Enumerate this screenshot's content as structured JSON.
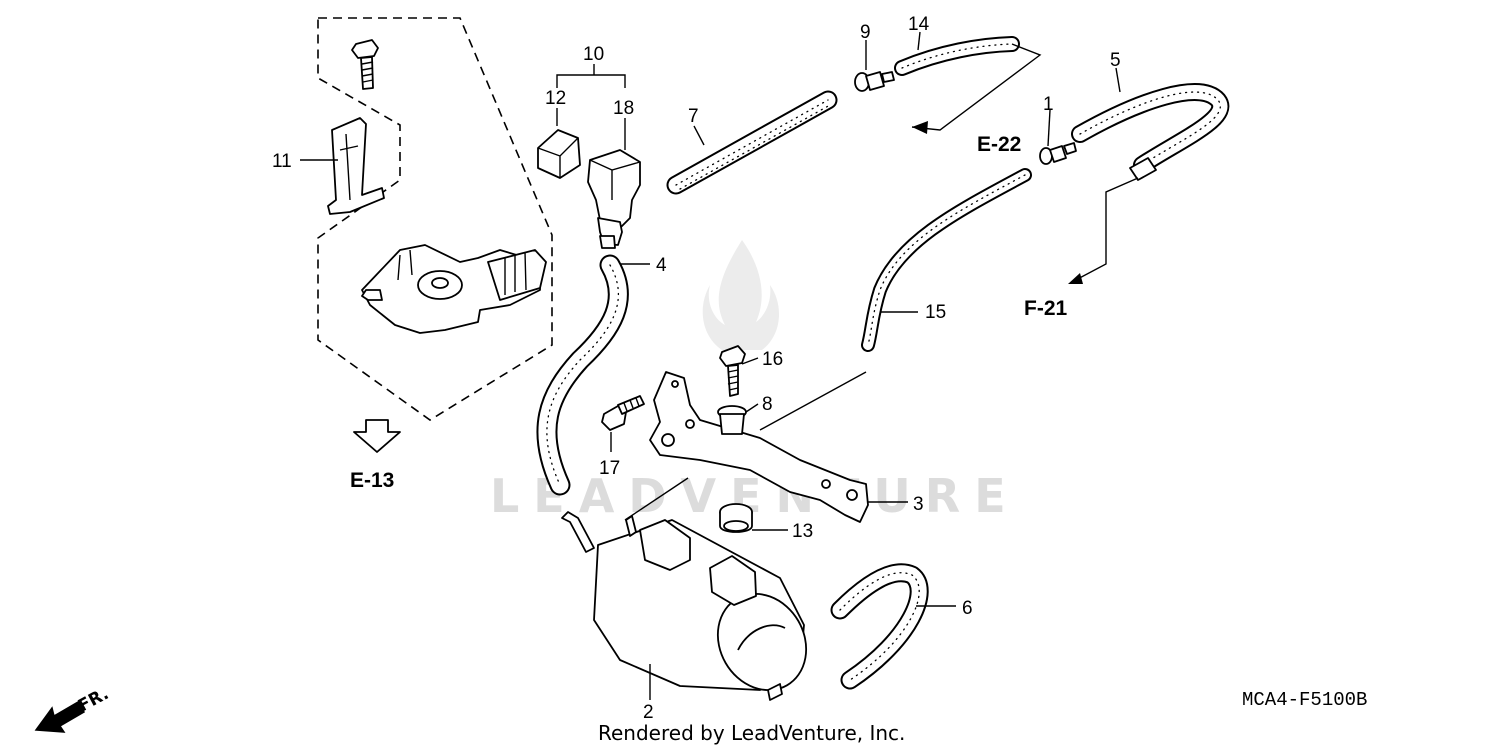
{
  "watermark": "LEADVENTURE",
  "credit": "Rendered by LeadVenture, Inc.",
  "diagram_code": "MCA4-F5100B",
  "direction_label": "FR.",
  "references": {
    "e13": "E-13",
    "e22": "E-22",
    "f21": "F-21"
  },
  "callouts": {
    "c1": "1",
    "c2": "2",
    "c3": "3",
    "c4": "4",
    "c5": "5",
    "c6": "6",
    "c7": "7",
    "c8": "8",
    "c9": "9",
    "c10": "10",
    "c11": "11",
    "c12": "12",
    "c13": "13",
    "c14": "14",
    "c15": "15",
    "c16": "16",
    "c17": "17",
    "c18": "18"
  }
}
